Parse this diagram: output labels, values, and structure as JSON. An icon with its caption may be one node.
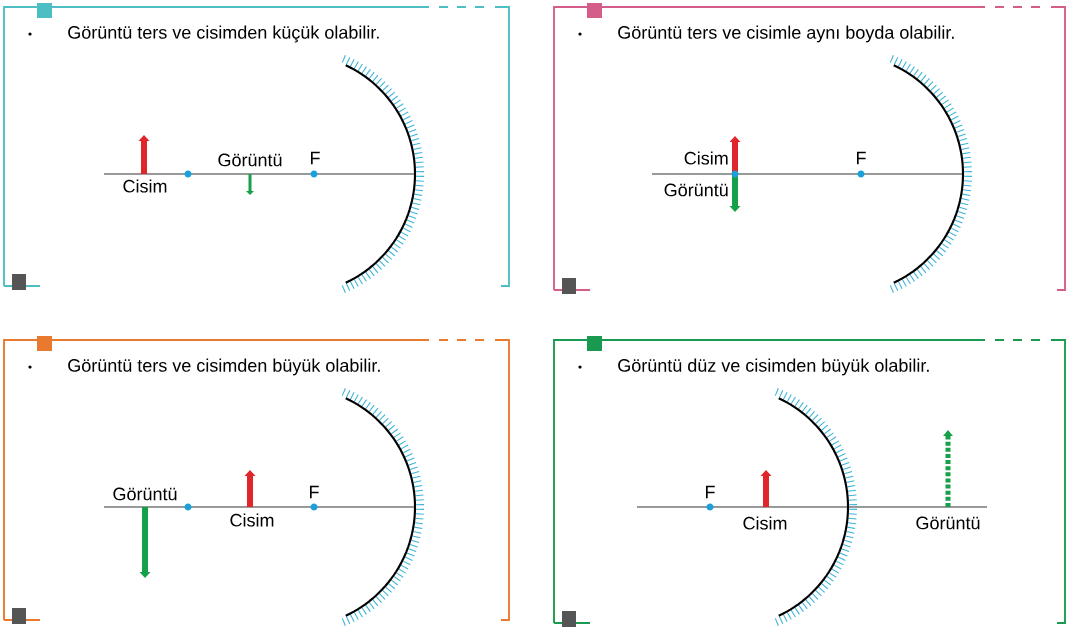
{
  "diagram": {
    "nodes": [
      {
        "text": [
          "Görüntü ters ve cisimden küçük olabilir.",
          "Görüntü",
          "F",
          "Cisim"
        ]
      },
      {
        "text": [
          "Görüntü ters ve cisimle aynı boyda olabilir.",
          "Cisim",
          "F",
          "Görüntü"
        ]
      },
      {
        "text": [
          "Görüntü ters ve cisimden büyük olabilir.",
          "Görüntü",
          "F",
          "Cisim"
        ]
      },
      {
        "text": [
          "Görüntü düz ve cisimden büyük olabilir.",
          "F",
          "Cisim",
          "Görüntü"
        ]
      }
    ]
  }
}
